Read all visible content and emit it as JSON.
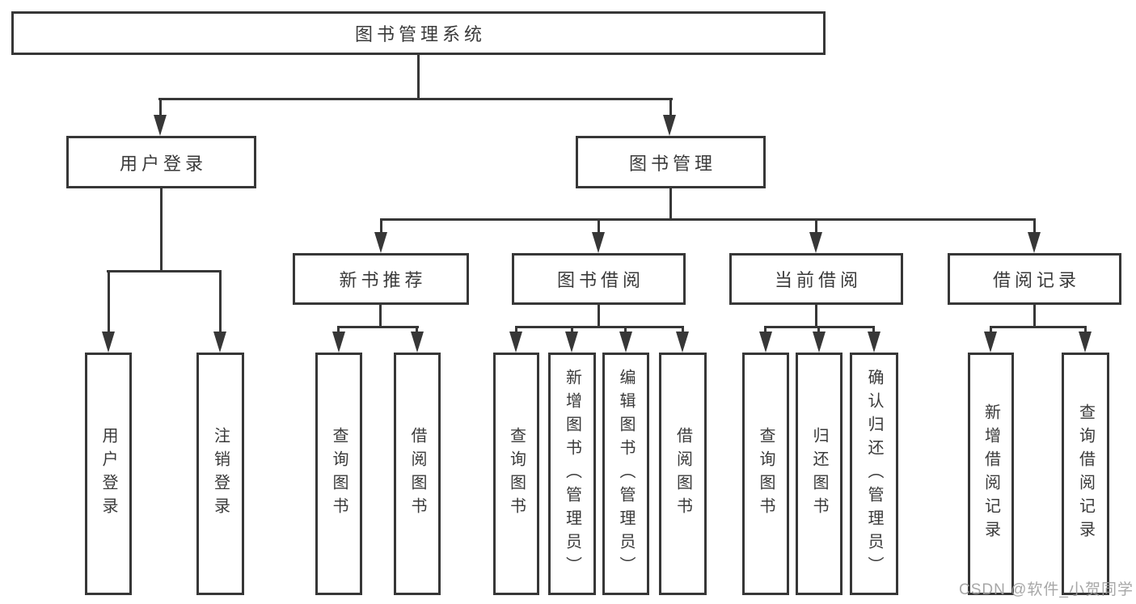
{
  "diagram": {
    "nodes": {
      "root": "图书管理系统",
      "level2": [
        "用户登录",
        "图书管理"
      ],
      "level3": [
        "新书推荐",
        "图书借阅",
        "当前借阅",
        "借阅记录"
      ],
      "leaves_user_login": [
        "用户登录",
        "注销登录"
      ],
      "leaves_new_book": [
        "查询图书",
        "借阅图书"
      ],
      "leaves_book_borrow": [
        "查询图书",
        "新增图书（管理员）",
        "编辑图书（管理员）",
        "借阅图书"
      ],
      "leaves_current_borrow": [
        "查询图书",
        "归还图书",
        "确认归还（管理员）"
      ],
      "leaves_borrow_records": [
        "新增借阅记录",
        "查询借阅记录"
      ]
    },
    "watermark": "CSDN @软件_小贺同学",
    "colors": {
      "line": "#373737",
      "text": "#3a3a3a",
      "watermark": "#a0a0a0",
      "background": "#ffffff"
    }
  }
}
